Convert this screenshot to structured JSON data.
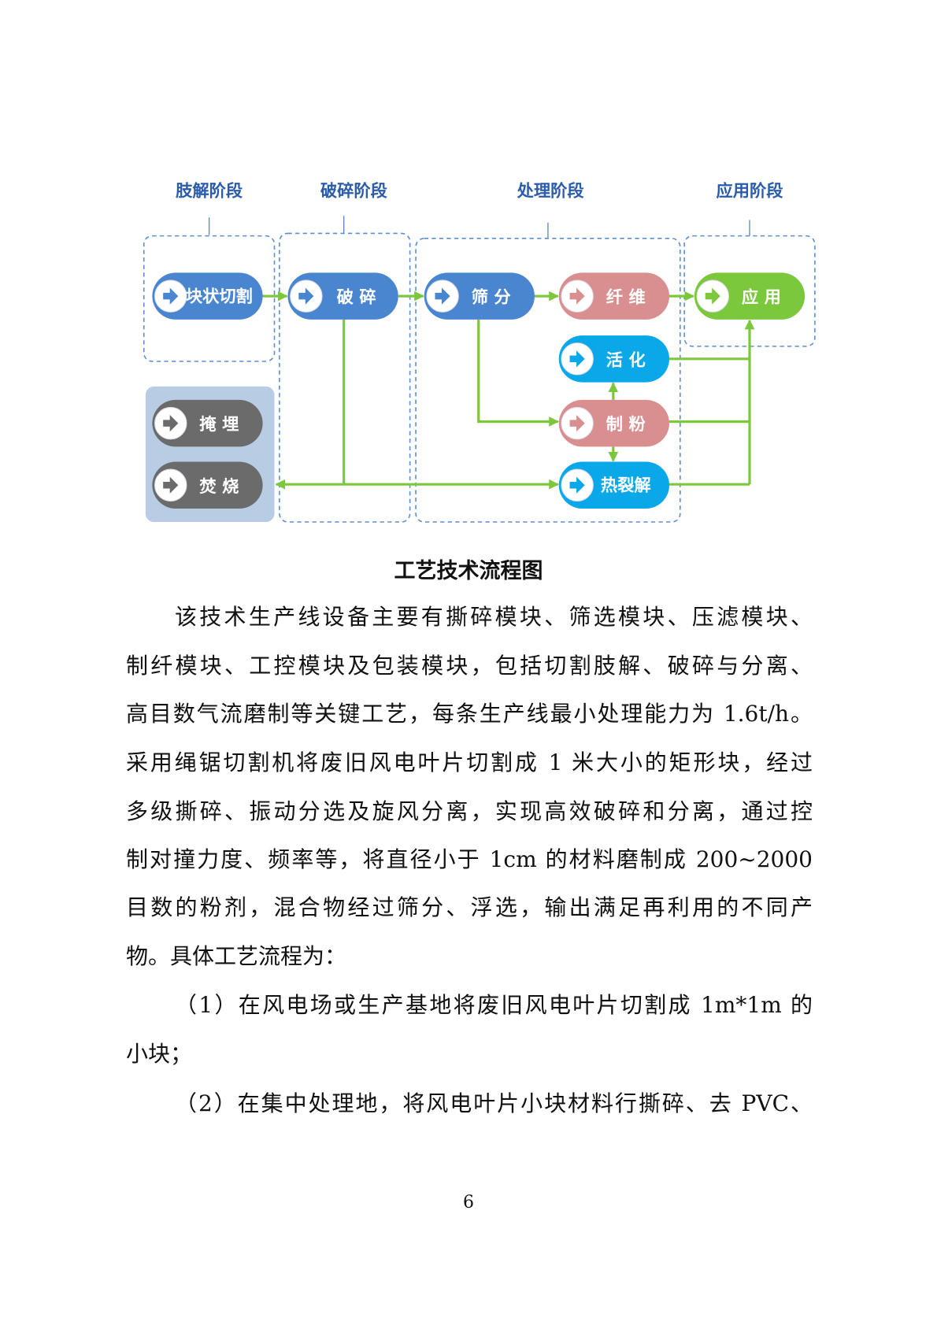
{
  "diagram": {
    "stages": [
      "肢解阶段",
      "破碎阶段",
      "处理阶段",
      "应用阶段"
    ],
    "nodes": {
      "cutting": "块状切割",
      "crushing": "破 碎",
      "screening": "筛 分",
      "fiber": "纤 维",
      "application": "应 用",
      "activation": "活 化",
      "powder": "制 粉",
      "pyrolysis": "热裂解",
      "landfill": "掩 埋",
      "incineration": "焚 烧"
    },
    "colors": {
      "blue": "#4a86d0",
      "pink": "#d98f8f",
      "green": "#7cc83c",
      "cyan": "#0aa8e8",
      "gray": "#6b6b6b",
      "arrow": "#7cc83c",
      "dashed": "#5b8fd0"
    }
  },
  "caption": "工艺技术流程图",
  "body_lines": [
    "该技术生产线设备主要有撕碎模块、筛选模块、压滤模块、",
    "制纤模块、工控模块及包装模块，包括切割肢解、破碎与分离、",
    "高目数气流磨制等关键工艺，每条生产线最小处理能力为 1.6t/h。",
    "采用绳锯切割机将废旧风电叶片切割成 1 米大小的矩形块，经过",
    "多级撕碎、振动分选及旋风分离，实现高效破碎和分离，通过控",
    "制对撞力度、频率等，将直径小于 1cm 的材料磨制成 200~2000",
    "目数的粉剂，混合物经过筛分、浮选，输出满足再利用的不同产",
    "物。具体工艺流程为：",
    "（1）在风电场或生产基地将废旧风电叶片切割成 1m*1m 的",
    "小块；",
    "（2）在集中处理地，将风电叶片小块材料行撕碎、去 PVC、"
  ],
  "page_number": "6"
}
